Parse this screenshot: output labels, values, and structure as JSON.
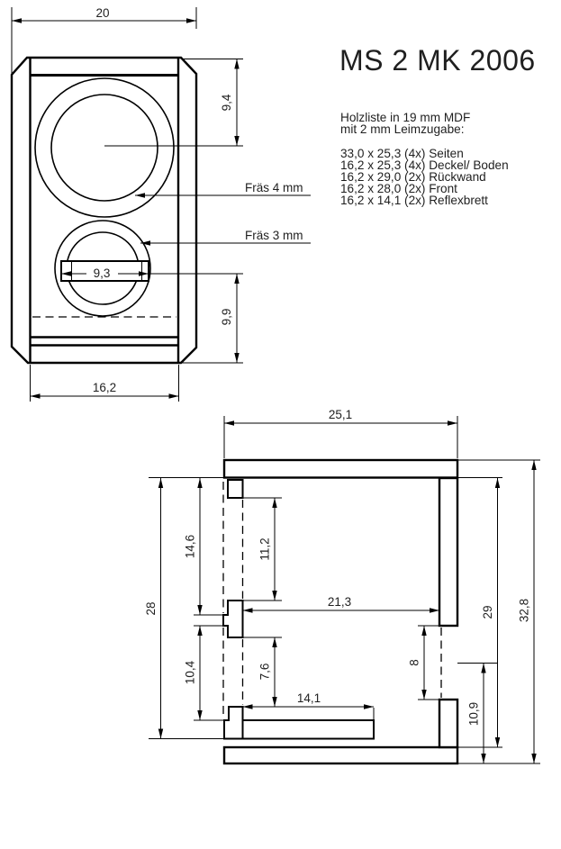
{
  "colors": {
    "background": "#ffffff",
    "line": "#000000",
    "text": "#1f1f1f"
  },
  "title": "MS 2 MK 2006",
  "notes": {
    "line1": "Holzliste in 19 mm MDF",
    "line2": "mit 2 mm Leimzugabe:"
  },
  "parts": [
    "33,0 x 25,3 (4x) Seiten",
    "16,2 x 25,3 (4x) Deckel/ Boden",
    "16,2 x 29,0 (2x) Rückwand",
    "16,2 x 28,0 (2x) Front",
    "16,2 x 14,1 (2x) Reflexbrett"
  ],
  "front_view": {
    "dims": {
      "outer_width": "20",
      "woofer_center_from_top": "9,4",
      "plate_width": "9,3",
      "driver2_center_to_bottom": "9,9",
      "baffle_width": "16,2"
    },
    "labels": {
      "fras4": "Fräs 4 mm",
      "fras3": "Fräs 3 mm"
    }
  },
  "section_view": {
    "dims": {
      "depth": "25,1",
      "front_height": "28",
      "cutout1_offset": "14,6",
      "cutout1_height": "11,2",
      "cutout2_offset": "10,4",
      "cutout2_height": "7,6",
      "inner_depth": "21,3",
      "reflex_board": "14,1",
      "port_gap": "8",
      "port_center_from_bottom": "10,9",
      "back_wall_height": "29",
      "total_height": "32,8"
    }
  }
}
